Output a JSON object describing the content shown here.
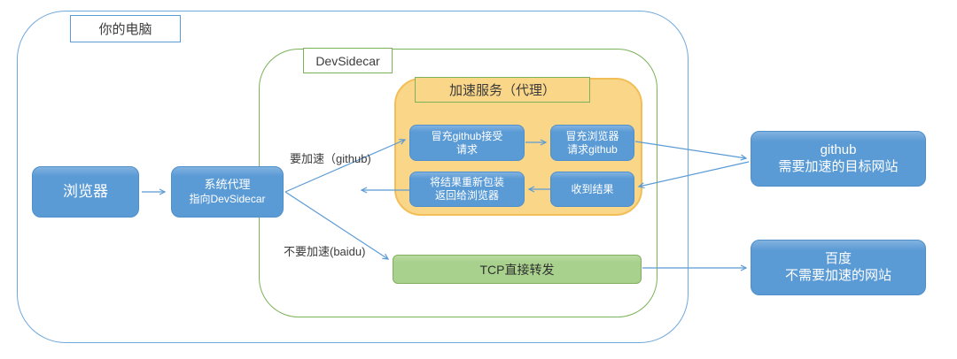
{
  "frame": {
    "computer_label": "你的电脑",
    "devsidecar_label": "DevSidecar",
    "accel_group_label": "加速服务（代理）"
  },
  "nodes": {
    "browser": {
      "label": "浏览器"
    },
    "sys_proxy": {
      "line1": "系统代理",
      "line2": "指向DevSidecar"
    },
    "fake_github": {
      "line1": "冒充github接受",
      "line2": "请求"
    },
    "fake_browser": {
      "line1": "冒充浏览器",
      "line2": "请求github"
    },
    "repack": {
      "line1": "将结果重新包装",
      "line2": "返回给浏览器"
    },
    "receive": {
      "label": "收到结果"
    },
    "tcp": {
      "label": "TCP直接转发"
    },
    "github": {
      "line1": "github",
      "line2": "需要加速的目标网站"
    },
    "baidu": {
      "line1": "百度",
      "line2": "不需要加速的网站"
    }
  },
  "edges": {
    "accelerate_label": "要加速（github)",
    "no_accelerate_label": "不要加速(baidu)"
  },
  "colors": {
    "node_blue": "#5B9BD5",
    "outer_border_blue": "#6FA8DC",
    "green_border": "#7CB259",
    "orange_fill": "#FAD689",
    "orange_border": "#F2BE58",
    "tcp_green_fill": "#A9D18E",
    "tcp_green_border": "#82AE5F",
    "arrow_blue": "#5B9BD5",
    "text_dark": "#3A3A3A",
    "text_white": "#FFFFFF"
  }
}
